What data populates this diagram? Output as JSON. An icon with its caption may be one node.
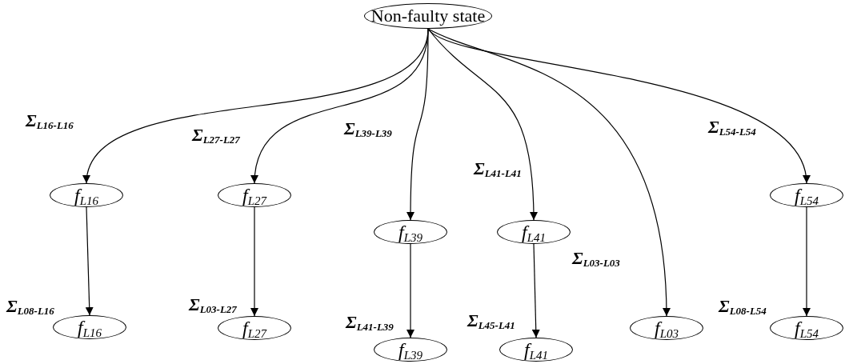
{
  "diagram": {
    "nodes": [
      {
        "text": [
          "Non-faulty state"
        ]
      },
      {
        "text": [
          "f$_{L16}$"
        ]
      },
      {
        "text": [
          "f$_{L16}$"
        ]
      },
      {
        "text": [
          "f$_{L27}$"
        ]
      },
      {
        "text": [
          "f$_{L27}$"
        ]
      },
      {
        "text": [
          "f$_{L39}$"
        ]
      },
      {
        "text": [
          "f$_{L39}$"
        ]
      },
      {
        "text": [
          "f$_{L41}$"
        ]
      },
      {
        "text": [
          "f$_{L41}$"
        ]
      },
      {
        "text": [
          "f$_{L03}$"
        ]
      },
      {
        "text": [
          "f$_{L54}$"
        ]
      },
      {
        "text": [
          "f$_{L54}$"
        ]
      }
    ],
    "edges": [
      {
        "from": 0,
        "to": 1,
        "arrow": "to",
        "label": "Σ$_{L16-L16}$"
      },
      {
        "from": 0,
        "to": 3,
        "arrow": "to",
        "label": "Σ$_{L27-L27}$"
      },
      {
        "from": 0,
        "to": 5,
        "arrow": "to",
        "label": "Σ$_{L39-L39}$"
      },
      {
        "from": 0,
        "to": 7,
        "arrow": "to",
        "label": "Σ$_{L41-L41}$"
      },
      {
        "from": 0,
        "to": 9,
        "arrow": "to",
        "label": "Σ$_{L03-L03}$"
      },
      {
        "from": 0,
        "to": 10,
        "arrow": "to",
        "label": "Σ$_{L54-L54}$"
      },
      {
        "from": 1,
        "to": 2,
        "arrow": "to",
        "label": "Σ$_{L08-L16}$"
      },
      {
        "from": 3,
        "to": 4,
        "arrow": "to",
        "label": "Σ$_{L03-L27}$"
      },
      {
        "from": 5,
        "to": 6,
        "arrow": "to",
        "label": "Σ$_{L41-L39}$"
      },
      {
        "from": 7,
        "to": 8,
        "arrow": "to",
        "label": "Σ$_{L45-L41}$"
      },
      {
        "from": 10,
        "to": 11,
        "arrow": "to",
        "label": "Σ$_{L08-L54}$"
      }
    ]
  }
}
